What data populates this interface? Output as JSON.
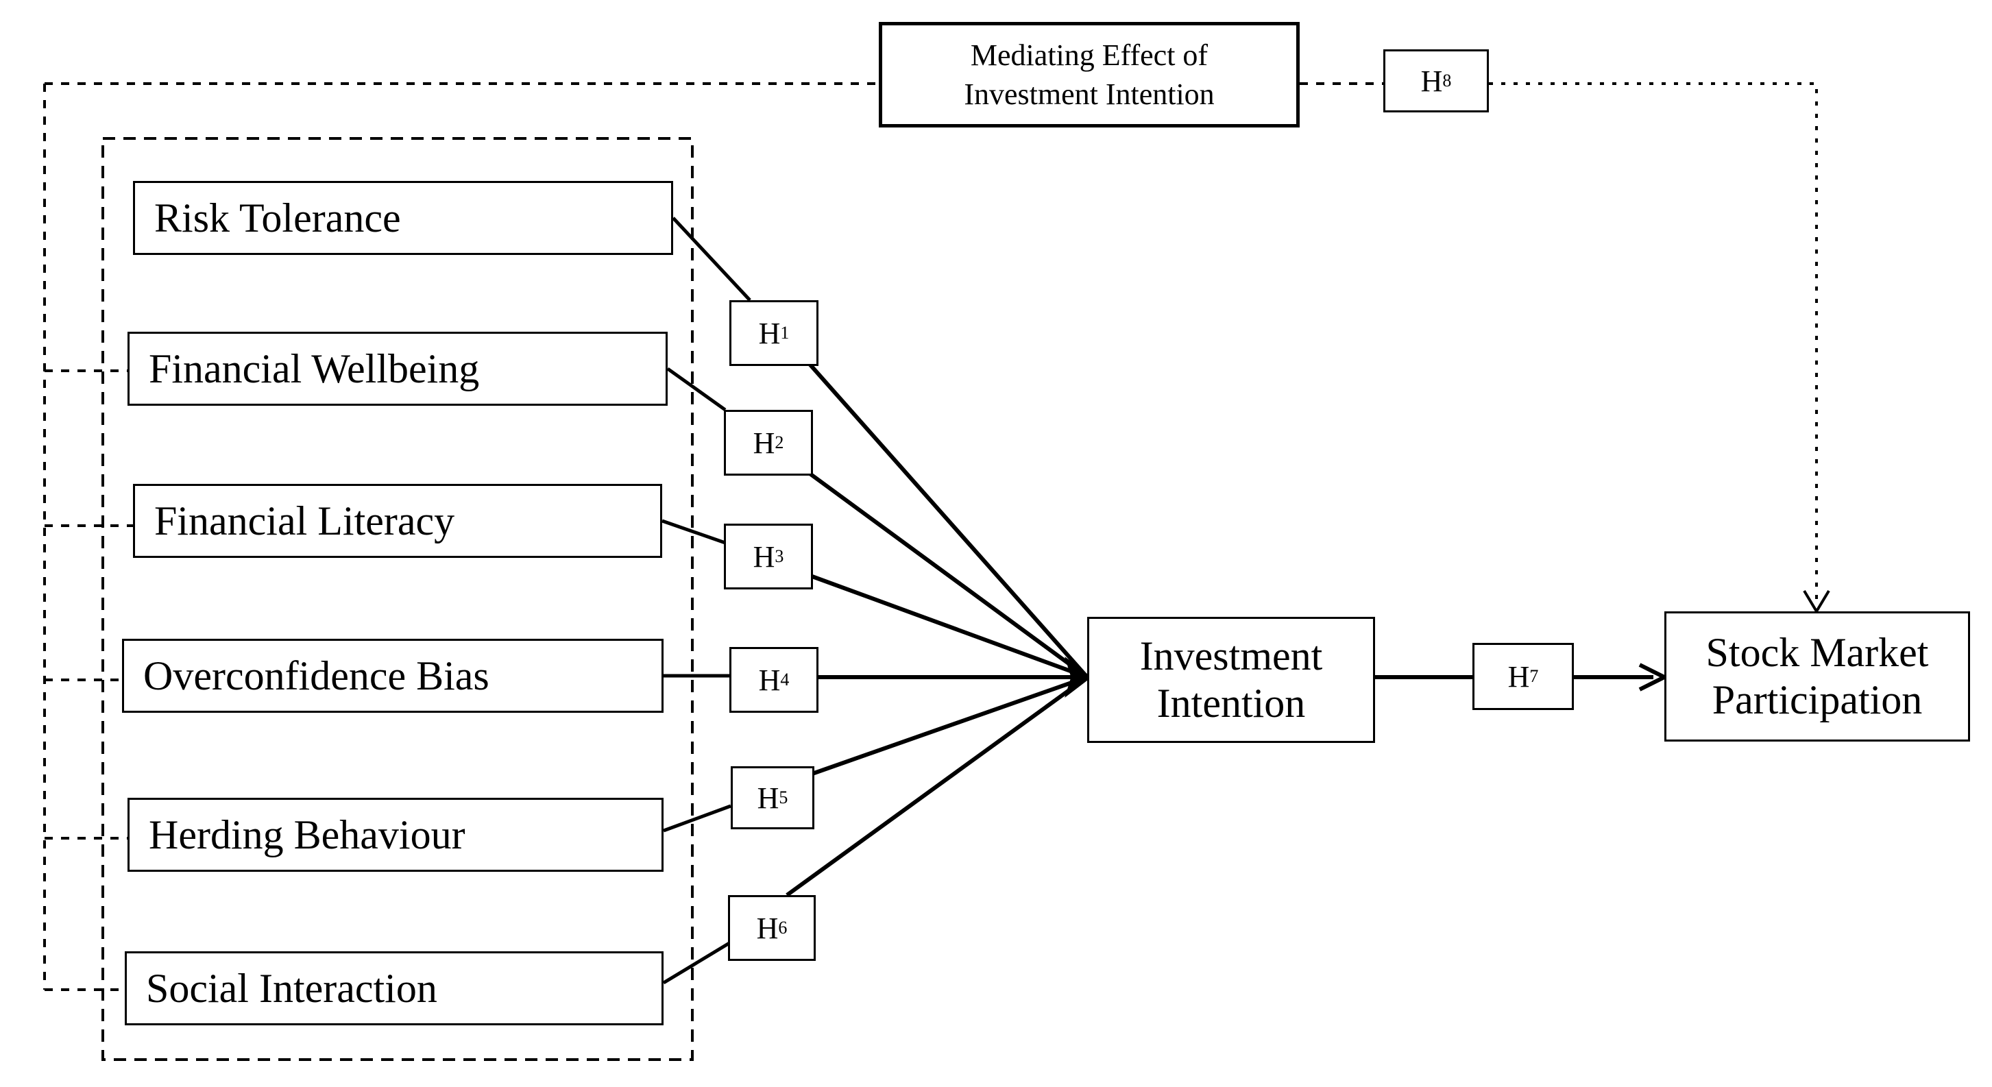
{
  "predictors": [
    "Risk Tolerance",
    "Financial Wellbeing",
    "Financial Literacy",
    "Overconfidence Bias",
    "Herding Behaviour",
    "Social Interaction"
  ],
  "hypotheses": [
    {
      "prefix": "H",
      "num": "1"
    },
    {
      "prefix": "H",
      "num": "2"
    },
    {
      "prefix": "H",
      "num": "3"
    },
    {
      "prefix": "H",
      "num": "4"
    },
    {
      "prefix": "H",
      "num": "5"
    },
    {
      "prefix": "H",
      "num": "6"
    },
    {
      "prefix": "H",
      "num": "7"
    },
    {
      "prefix": "H",
      "num": "8"
    }
  ],
  "investment_intention": [
    "Investment",
    "Intention"
  ],
  "stock_market_participation": [
    "Stock Market",
    "Participation"
  ],
  "mediating": [
    "Mediating Effect of",
    "Investment Intention"
  ]
}
